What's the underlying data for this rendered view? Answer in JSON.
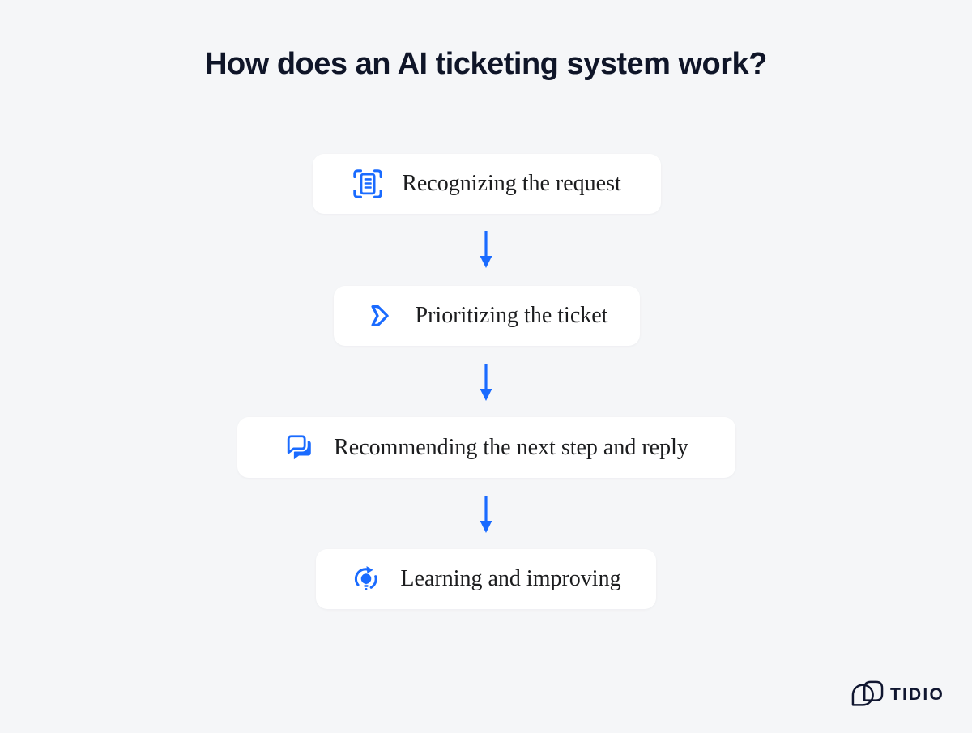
{
  "title": "How does an AI ticketing system work?",
  "flow": {
    "steps": [
      {
        "label": "Recognizing the request",
        "icon": "scan-document-icon"
      },
      {
        "label": "Prioritizing the ticket",
        "icon": "priority-arrow-icon"
      },
      {
        "label": "Recommending the next step and reply",
        "icon": "chat-bubbles-icon"
      },
      {
        "label": "Learning and improving",
        "icon": "lightbulb-refresh-icon"
      }
    ],
    "connector": "down-arrow-icon"
  },
  "branding": {
    "logo_text": "TIDIO",
    "logomark": "tidio-overlapping-bubbles-logo"
  },
  "colors": {
    "background": "#f5f6f8",
    "card_background": "#ffffff",
    "accent_blue": "#1a6bff",
    "title_navy": "#0f1528",
    "body_text": "#1c1d1f"
  }
}
